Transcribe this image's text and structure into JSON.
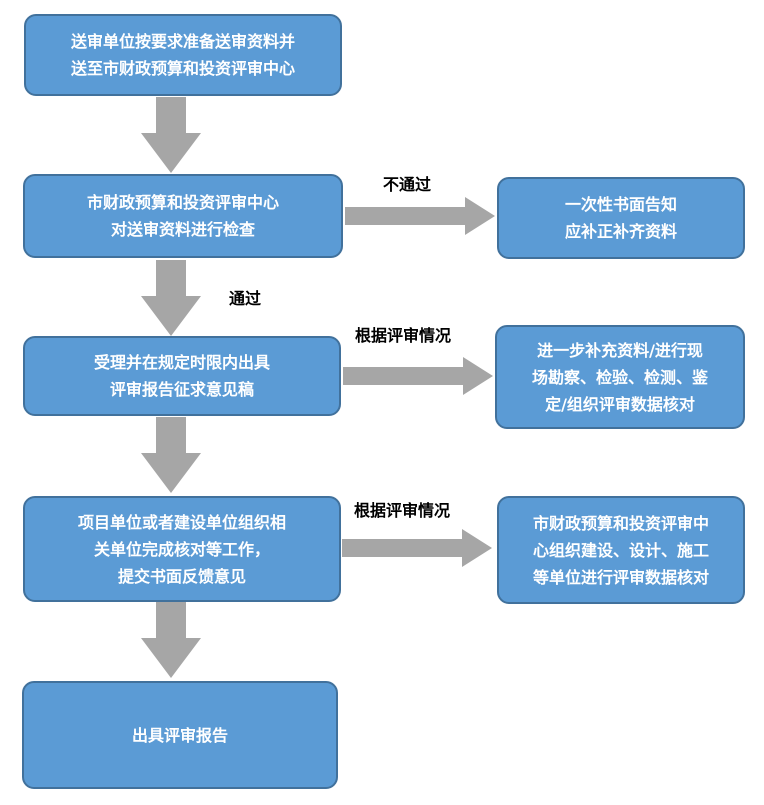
{
  "colors": {
    "box_fill": "#5b9bd5",
    "box_border": "#41719c",
    "box_text": "#ffffff",
    "arrow": "#a6a6a6",
    "label_text": "#000000"
  },
  "steps": [
    {
      "text": "送审单位按要求准备送审资料并\n送至市财政预算和投资评审中心"
    },
    {
      "text": "市财政预算和投资评审中心\n对送审资料进行检查"
    },
    {
      "text": "受理并在规定时限内出具\n评审报告征求意见稿"
    },
    {
      "text": "项目单位或者建设单位组织相\n关单位完成核对等工作，\n提交书面反馈意见"
    },
    {
      "text": "出具评审报告"
    }
  ],
  "side_boxes": [
    {
      "text": "一次性书面告知\n应补正补齐资料"
    },
    {
      "text": "进一步补充资料/进行现\n场勘察、检验、检测、鉴\n定/组织评审数据核对"
    },
    {
      "text": "市财政预算和投资评审中\n心组织建设、设计、施工\n等单位进行评审数据核对"
    }
  ],
  "labels": {
    "fail": "不通过",
    "pass": "通过",
    "by_situation_1": "根据评审情况",
    "by_situation_2": "根据评审情况"
  }
}
